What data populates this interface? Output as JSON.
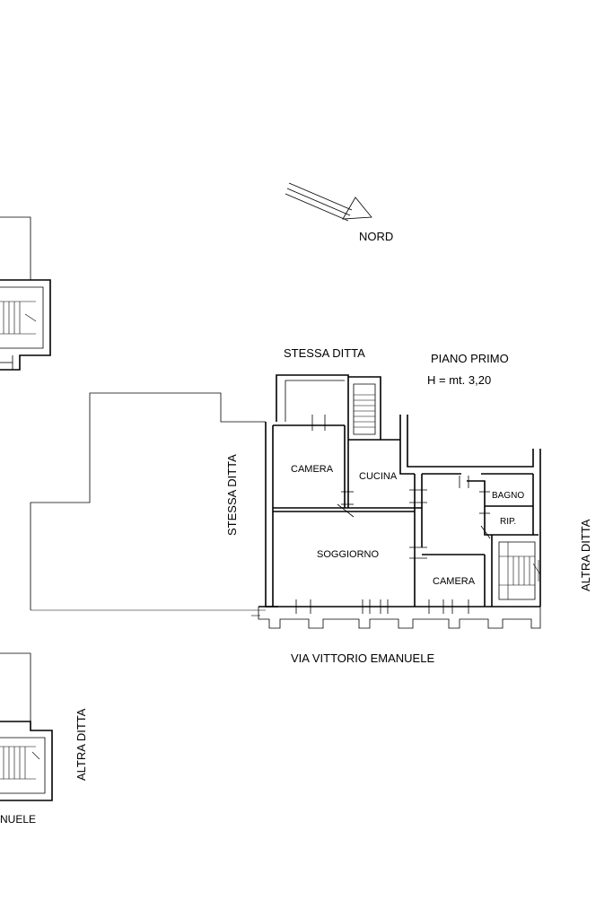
{
  "compass": {
    "label": "NORD"
  },
  "floor": {
    "title": "PIANO PRIMO",
    "height": "H = mt. 3,20"
  },
  "neighbors": {
    "top": "STESSA DITTA",
    "left": "STESSA DITTA",
    "right": "ALTRA DITTA",
    "bottom_left": "ALTRA DITTA"
  },
  "street": {
    "main": "VIA VITTORIO EMANUELE",
    "partial": "NUELE"
  },
  "rooms": {
    "camera_1": "CAMERA",
    "cucina": "CUCINA",
    "soggiorno": "SOGGIORNO",
    "camera_2": "CAMERA",
    "bagno": "BAGNO",
    "rip": "RIP."
  }
}
